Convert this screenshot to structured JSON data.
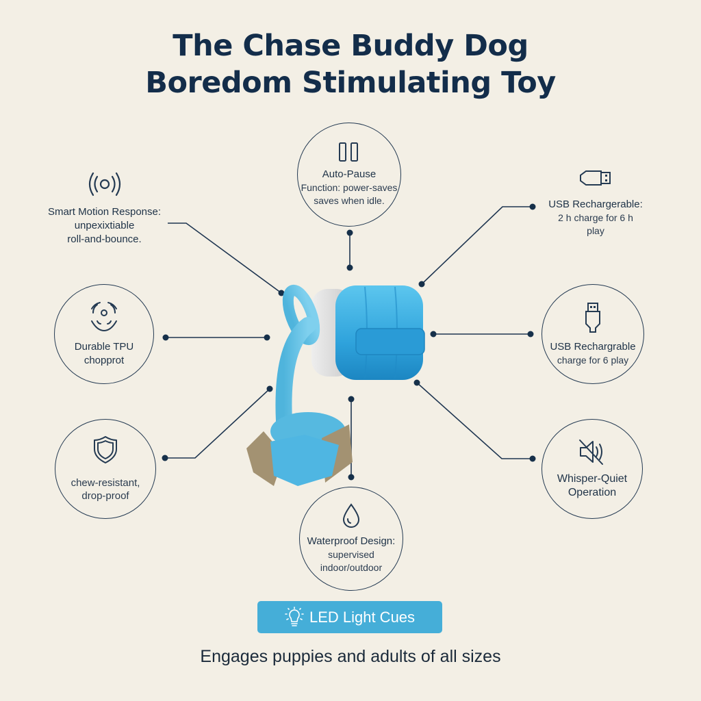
{
  "header": {
    "title_line1": "The Chase Buddy Dog",
    "title_line2": "Boredom Stimulating Toy"
  },
  "features": {
    "auto_pause": {
      "icon": "pause-icon",
      "title": "Auto-Pause",
      "line1": "Function: power-saves",
      "line2": "saves when idle."
    },
    "smart_motion": {
      "icon": "motion-signal-icon",
      "title": "Smart Motion Response:",
      "line1": "unpexixtiable",
      "line2": "roll-and-bounce."
    },
    "usb_top": {
      "icon": "usb-plug-icon",
      "title": "USB Rechargerable:",
      "line1": "2 h charge for 6 h",
      "line2": "play"
    },
    "durable": {
      "icon": "face-scan-icon",
      "title": "Durable TPU",
      "line1": "chopprot"
    },
    "usb_right": {
      "icon": "usb-connector-icon",
      "title": "USB Rechargrable",
      "line1": "charge for 6 play"
    },
    "chew_resistant": {
      "icon": "shield-icon",
      "line1": "chew-resistant,",
      "line2": "drop-proof"
    },
    "whisper_quiet": {
      "icon": "speaker-mute-icon",
      "title": "Whisper-Quiet",
      "line1": "Operation"
    },
    "waterproof": {
      "icon": "water-drop-icon",
      "title": "Waterproof Design:",
      "line1": "supervised",
      "line2": "indoor/outdoor"
    }
  },
  "led_button": {
    "icon": "lightbulb-icon",
    "label": "LED Light Cues"
  },
  "tagline": "Engages puppies and adults of all sizes",
  "colors": {
    "background": "#f3efe5",
    "title": "#132d4a",
    "line": "#1e3550",
    "accent_blue": "#45aed8",
    "toy_blue": "#2fa3dc",
    "toy_white": "#dcdcdc"
  }
}
